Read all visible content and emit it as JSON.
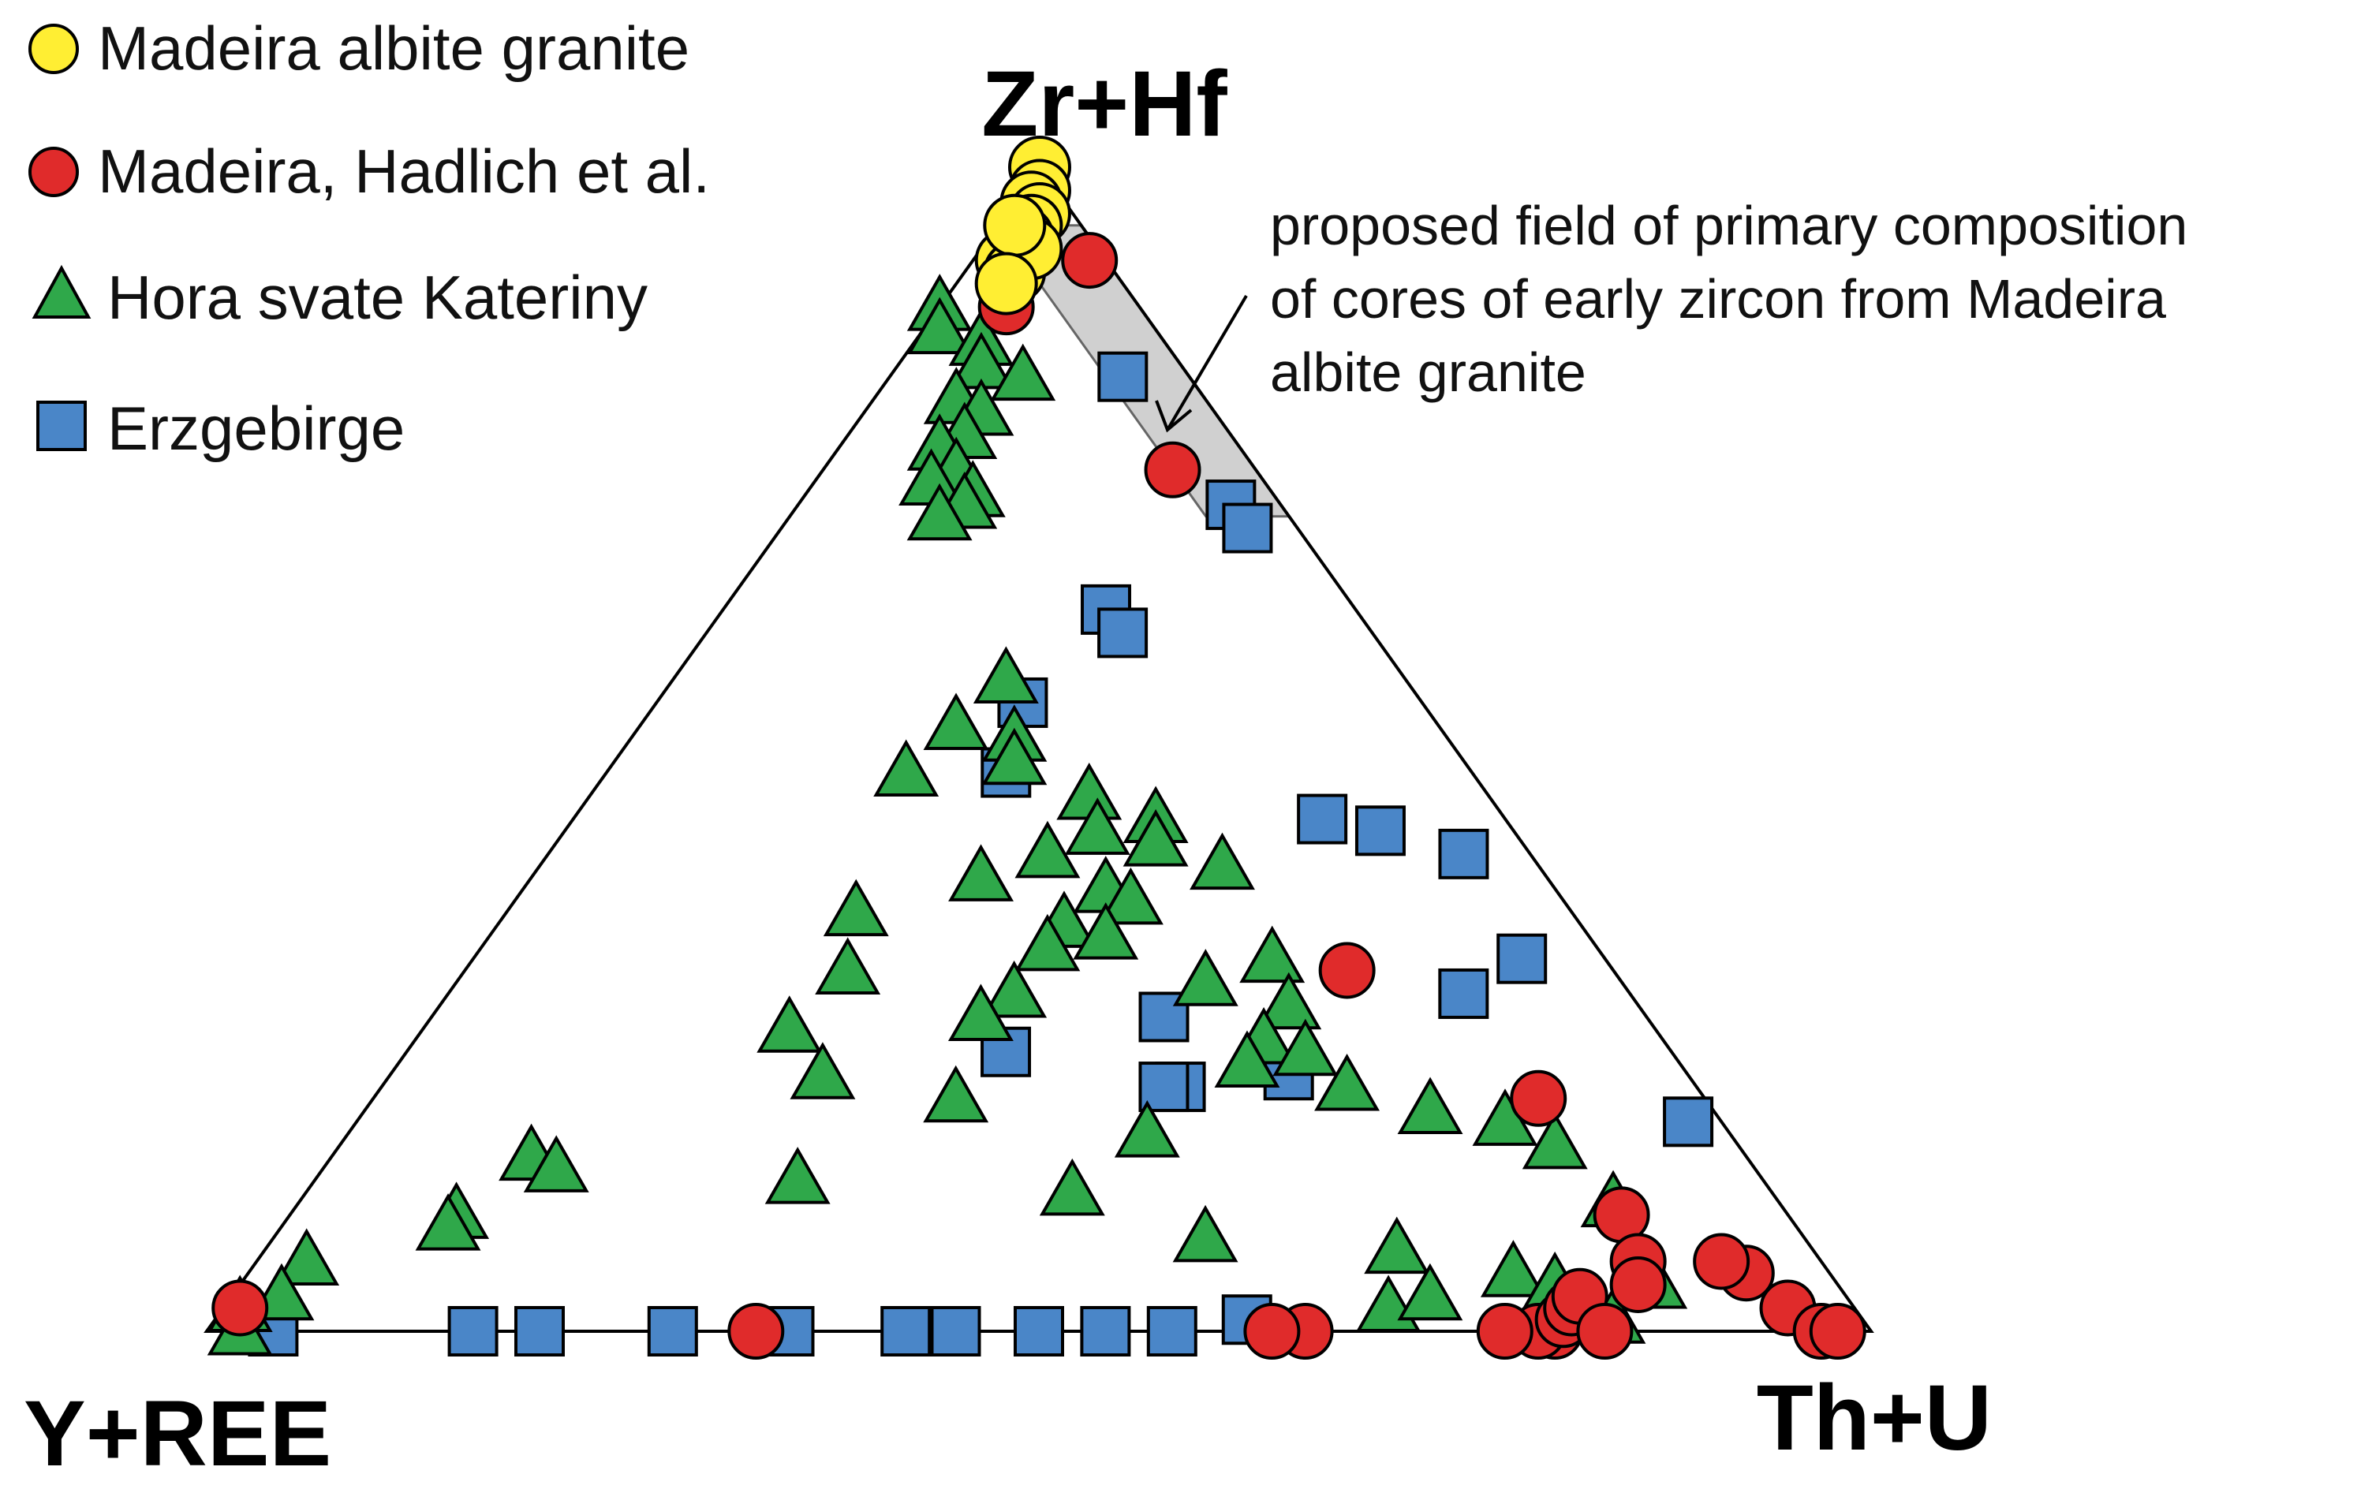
{
  "chart_data": {
    "type": "scatter",
    "subtype": "ternary",
    "title": "",
    "vertices": {
      "top": "Zr+Hf",
      "left": "Y+REE",
      "right": "Th+U"
    },
    "coordinate_order": [
      "Zr+Hf",
      "Y+REE",
      "Th+U"
    ],
    "legend_position": "top-left",
    "grid": false,
    "series": [
      {
        "name": "Madeira albite granite",
        "marker": "circle",
        "color": "#ffee33",
        "points": [
          [
            1.0,
            0,
            0
          ],
          [
            0.98,
            0.01,
            0.01
          ],
          [
            0.97,
            0.02,
            0.01
          ],
          [
            0.96,
            0.02,
            0.02
          ],
          [
            0.95,
            0.03,
            0.02
          ],
          [
            0.94,
            0.04,
            0.02
          ],
          [
            0.93,
            0.05,
            0.02
          ],
          [
            0.92,
            0.06,
            0.02
          ],
          [
            0.91,
            0.06,
            0.03
          ],
          [
            0.93,
            0.04,
            0.03
          ],
          [
            0.95,
            0.04,
            0.01
          ],
          [
            0.9,
            0.07,
            0.03
          ]
        ]
      },
      {
        "name": "Madeira,  Hadlich et al.",
        "marker": "circle",
        "color": "#e02b2b",
        "points": [
          [
            0.92,
            0.01,
            0.07
          ],
          [
            0.88,
            0.08,
            0.04
          ],
          [
            0.74,
            0.05,
            0.21
          ],
          [
            0.31,
            0.16,
            0.53
          ],
          [
            0.2,
            0.1,
            0.7
          ],
          [
            0.1,
            0.1,
            0.8
          ],
          [
            0.06,
            0.11,
            0.83
          ],
          [
            0.04,
            0.12,
            0.84
          ],
          [
            0.02,
            0.97,
            0.01
          ],
          [
            0.0,
            0.67,
            0.33
          ],
          [
            0.0,
            0.34,
            0.66
          ],
          [
            0.0,
            0.36,
            0.64
          ],
          [
            0.0,
            0.19,
            0.81
          ],
          [
            0.0,
            0.2,
            0.8
          ],
          [
            0.0,
            0.22,
            0.78
          ],
          [
            0.01,
            0.18,
            0.81
          ],
          [
            0.02,
            0.17,
            0.81
          ],
          [
            0.03,
            0.16,
            0.81
          ],
          [
            0.02,
            0.04,
            0.94
          ],
          [
            0.0,
            0.03,
            0.97
          ],
          [
            0.0,
            0.02,
            0.98
          ],
          [
            0.05,
            0.05,
            0.9
          ],
          [
            0.06,
            0.06,
            0.88
          ],
          [
            0.0,
            0.16,
            0.84
          ]
        ]
      },
      {
        "name": "Hora svate Kateriny",
        "marker": "triangle",
        "color": "#2fa84a",
        "points": [
          [
            0.88,
            0.12,
            0.0
          ],
          [
            0.86,
            0.13,
            0.01
          ],
          [
            0.85,
            0.11,
            0.04
          ],
          [
            0.83,
            0.12,
            0.05
          ],
          [
            0.82,
            0.1,
            0.08
          ],
          [
            0.8,
            0.15,
            0.05
          ],
          [
            0.79,
            0.14,
            0.07
          ],
          [
            0.77,
            0.16,
            0.07
          ],
          [
            0.76,
            0.18,
            0.06
          ],
          [
            0.74,
            0.18,
            0.08
          ],
          [
            0.73,
            0.2,
            0.07
          ],
          [
            0.72,
            0.18,
            0.1
          ],
          [
            0.71,
            0.19,
            0.1
          ],
          [
            0.7,
            0.21,
            0.09
          ],
          [
            0.56,
            0.24,
            0.2
          ],
          [
            0.52,
            0.29,
            0.19
          ],
          [
            0.51,
            0.26,
            0.23
          ],
          [
            0.49,
            0.27,
            0.24
          ],
          [
            0.48,
            0.34,
            0.18
          ],
          [
            0.46,
            0.24,
            0.3
          ],
          [
            0.44,
            0.21,
            0.35
          ],
          [
            0.43,
            0.25,
            0.32
          ],
          [
            0.42,
            0.22,
            0.36
          ],
          [
            0.41,
            0.29,
            0.3
          ],
          [
            0.4,
            0.19,
            0.41
          ],
          [
            0.39,
            0.34,
            0.27
          ],
          [
            0.38,
            0.27,
            0.35
          ],
          [
            0.37,
            0.26,
            0.37
          ],
          [
            0.36,
            0.43,
            0.21
          ],
          [
            0.35,
            0.31,
            0.34
          ],
          [
            0.34,
            0.29,
            0.37
          ],
          [
            0.33,
            0.33,
            0.34
          ],
          [
            0.32,
            0.2,
            0.48
          ],
          [
            0.31,
            0.46,
            0.23
          ],
          [
            0.3,
            0.25,
            0.45
          ],
          [
            0.29,
            0.37,
            0.34
          ],
          [
            0.28,
            0.21,
            0.51
          ],
          [
            0.27,
            0.4,
            0.33
          ],
          [
            0.26,
            0.52,
            0.22
          ],
          [
            0.25,
            0.24,
            0.51
          ],
          [
            0.24,
            0.22,
            0.54
          ],
          [
            0.23,
            0.26,
            0.51
          ],
          [
            0.22,
            0.52,
            0.26
          ],
          [
            0.21,
            0.21,
            0.58
          ],
          [
            0.2,
            0.45,
            0.35
          ],
          [
            0.19,
            0.17,
            0.64
          ],
          [
            0.18,
            0.13,
            0.69
          ],
          [
            0.17,
            0.35,
            0.48
          ],
          [
            0.16,
            0.11,
            0.73
          ],
          [
            0.15,
            0.73,
            0.12
          ],
          [
            0.14,
            0.72,
            0.14
          ],
          [
            0.13,
            0.58,
            0.29
          ],
          [
            0.12,
            0.42,
            0.46
          ],
          [
            0.11,
            0.1,
            0.79
          ],
          [
            0.1,
            0.8,
            0.1
          ],
          [
            0.09,
            0.81,
            0.1
          ],
          [
            0.08,
            0.36,
            0.56
          ],
          [
            0.07,
            0.25,
            0.68
          ],
          [
            0.06,
            0.91,
            0.03
          ],
          [
            0.05,
            0.19,
            0.76
          ],
          [
            0.04,
            0.17,
            0.79
          ],
          [
            0.03,
            0.94,
            0.03
          ],
          [
            0.02,
            0.97,
            0.01
          ],
          [
            0.01,
            0.15,
            0.84
          ],
          [
            0.0,
            0.98,
            0.02
          ],
          [
            0.02,
            0.28,
            0.7
          ],
          [
            0.03,
            0.25,
            0.72
          ],
          [
            0.04,
            0.11,
            0.85
          ]
        ]
      },
      {
        "name": "Erzgebirge",
        "marker": "square",
        "color": "#4a86c8",
        "points": [
          [
            0.82,
            0.04,
            0.14
          ],
          [
            0.71,
            0.03,
            0.26
          ],
          [
            0.69,
            0.03,
            0.28
          ],
          [
            0.62,
            0.15,
            0.23
          ],
          [
            0.6,
            0.15,
            0.25
          ],
          [
            0.54,
            0.24,
            0.22
          ],
          [
            0.48,
            0.28,
            0.24
          ],
          [
            0.44,
            0.11,
            0.45
          ],
          [
            0.43,
            0.08,
            0.49
          ],
          [
            0.41,
            0.04,
            0.55
          ],
          [
            0.32,
            0.05,
            0.63
          ],
          [
            0.29,
            0.1,
            0.61
          ],
          [
            0.27,
            0.29,
            0.44
          ],
          [
            0.24,
            0.4,
            0.36
          ],
          [
            0.22,
            0.24,
            0.54
          ],
          [
            0.21,
            0.31,
            0.48
          ],
          [
            0.21,
            0.32,
            0.47
          ],
          [
            0.18,
            0.02,
            0.8
          ],
          [
            0.0,
            0.96,
            0.04
          ],
          [
            0.0,
            0.84,
            0.16
          ],
          [
            0.0,
            0.8,
            0.2
          ],
          [
            0.0,
            0.72,
            0.28
          ],
          [
            0.0,
            0.65,
            0.35
          ],
          [
            0.0,
            0.58,
            0.42
          ],
          [
            0.0,
            0.55,
            0.45
          ],
          [
            0.0,
            0.5,
            0.5
          ],
          [
            0.0,
            0.46,
            0.54
          ],
          [
            0.0,
            0.42,
            0.58
          ],
          [
            0.01,
            0.37,
            0.62
          ]
        ]
      }
    ],
    "annotation": {
      "lines": [
        "proposed field of primary composition",
        "of cores of early zircon from Madeira",
        "albite granite"
      ],
      "shaded_field": {
        "Zr+Hf": [
          0.7,
          0.95
        ],
        "Y+REE": [
          0.0,
          0.05
        ]
      }
    }
  }
}
